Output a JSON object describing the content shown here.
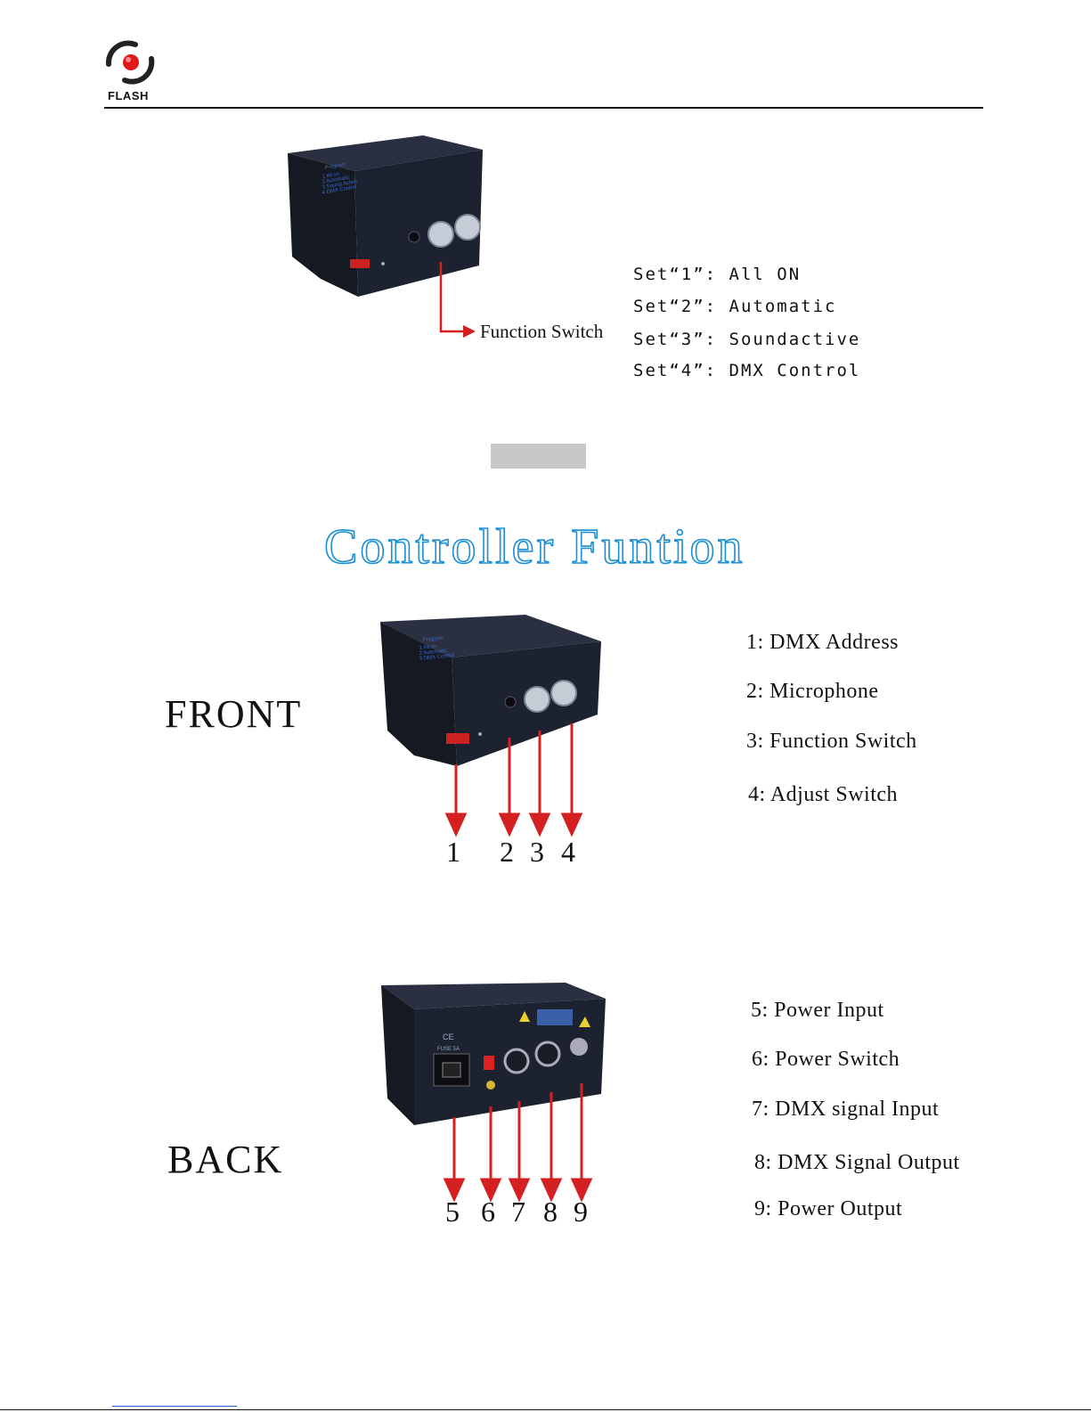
{
  "header": {
    "logo_text": "FLASH"
  },
  "function_switch": {
    "label": "Function Switch",
    "settings": [
      "Set“1”: All ON",
      "Set“2”: Automatic",
      "Set“3”: Soundactive",
      "Set“4”: DMX Control"
    ]
  },
  "section_title": "Controller Funtion",
  "front": {
    "heading": "FRONT",
    "numbers": [
      "1",
      "2",
      "3",
      "4"
    ],
    "legend": [
      "1: DMX Address",
      "2: Microphone",
      "3: Function Switch",
      "4: Adjust Switch"
    ]
  },
  "back": {
    "heading": "BACK",
    "numbers": [
      "5",
      "6",
      "7",
      "8",
      "9"
    ],
    "legend": [
      "5: Power Input",
      "6: Power Switch",
      "7: DMX signal Input",
      "8: DMX Signal Output",
      "9: Power Output"
    ]
  },
  "colors": {
    "arrow": "#d42020",
    "title_outline": "#1a8fd6",
    "device": "#1d2230"
  }
}
